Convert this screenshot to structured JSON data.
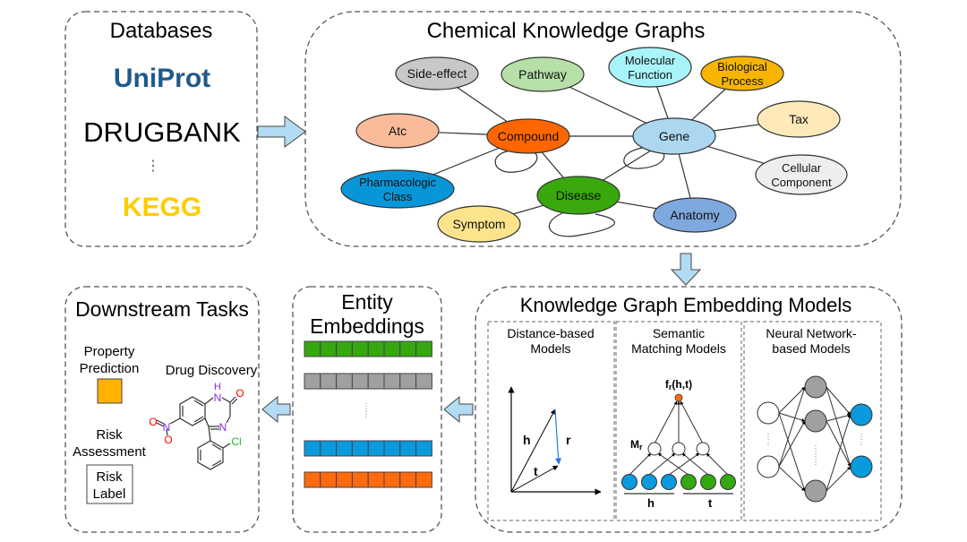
{
  "databases": {
    "title": "Databases",
    "items": [
      {
        "label": "UniProt",
        "color": "#1f5a8a",
        "bold": true
      },
      {
        "label": "DRUGBANK",
        "color": "#000000",
        "bold": false
      },
      {
        "label": "⋮",
        "color": "#555555",
        "bold": false
      },
      {
        "label": "KEGG",
        "color": "#ffcc00",
        "bold": true
      }
    ]
  },
  "knowledge_graph": {
    "title": "Chemical Knowledge Graphs",
    "nodes": [
      {
        "id": "side-effect",
        "lines": [
          "Side-effect"
        ],
        "fill": "#c8c8c8"
      },
      {
        "id": "pathway",
        "lines": [
          "Pathway"
        ],
        "fill": "#b6e0a8"
      },
      {
        "id": "molecular-function",
        "lines": [
          "Molecular",
          "Function"
        ],
        "fill": "#a9f4fa"
      },
      {
        "id": "biological-process",
        "lines": [
          "Biological",
          "Process"
        ],
        "fill": "#f7b500"
      },
      {
        "id": "atc",
        "lines": [
          "Atc"
        ],
        "fill": "#f9bb99"
      },
      {
        "id": "compound",
        "lines": [
          "Compound"
        ],
        "fill": "#ff6600"
      },
      {
        "id": "gene",
        "lines": [
          "Gene"
        ],
        "fill": "#acd7f0"
      },
      {
        "id": "tax",
        "lines": [
          "Tax"
        ],
        "fill": "#feeab8"
      },
      {
        "id": "pharmacologic-class",
        "lines": [
          "Pharmacologic",
          "Class"
        ],
        "fill": "#0797d9"
      },
      {
        "id": "disease",
        "lines": [
          "Disease"
        ],
        "fill": "#38a80d"
      },
      {
        "id": "cellular-component",
        "lines": [
          "Cellular",
          "Component"
        ],
        "fill": "#eeeeee"
      },
      {
        "id": "symptom",
        "lines": [
          "Symptom"
        ],
        "fill": "#fde38c"
      },
      {
        "id": "anatomy",
        "lines": [
          "Anatomy"
        ],
        "fill": "#7ea9df"
      }
    ],
    "edges": [
      [
        "side-effect",
        "compound"
      ],
      [
        "atc",
        "compound"
      ],
      [
        "pharmacologic-class",
        "compound"
      ],
      [
        "compound",
        "gene"
      ],
      [
        "compound",
        "disease"
      ],
      [
        "symptom",
        "disease"
      ],
      [
        "pathway",
        "gene"
      ],
      [
        "molecular-function",
        "gene"
      ],
      [
        "biological-process",
        "gene"
      ],
      [
        "tax",
        "gene"
      ],
      [
        "cellular-component",
        "gene"
      ],
      [
        "anatomy",
        "gene"
      ],
      [
        "disease",
        "gene"
      ],
      [
        "disease",
        "anatomy"
      ]
    ],
    "self_loops": [
      "compound",
      "gene",
      "disease"
    ]
  },
  "kge_models": {
    "title": "Knowledge Graph Embedding Models",
    "panels": [
      {
        "title_lines": [
          "Distance-based",
          "Models"
        ],
        "vector_labels": {
          "h": "h",
          "r": "r",
          "t": "t"
        }
      },
      {
        "title_lines": [
          "Semantic",
          "Matching Models"
        ],
        "score_label": "f",
        "score_sub": "r",
        "score_args": "(h,t)",
        "matrix_label": "M",
        "matrix_sub": "r",
        "h_label": "h",
        "t_label": "t"
      },
      {
        "title_lines": [
          "Neural Network-",
          "based Models"
        ]
      }
    ]
  },
  "entity_embeddings": {
    "title_lines": [
      "Entity",
      "Embeddings"
    ],
    "cells_per_row": 8,
    "rows": [
      {
        "color": "#33a80f"
      },
      {
        "color": "#a0a0a0"
      },
      {
        "ellipsis": true
      },
      {
        "color": "#0a9ade"
      },
      {
        "color": "#ff6a0d"
      }
    ]
  },
  "downstream": {
    "title": "Downstream Tasks",
    "property_prediction": {
      "lines": [
        "Property",
        "Prediction"
      ],
      "color": "#ffb300"
    },
    "drug_discovery": {
      "label": "Drug Discovery",
      "atoms": {
        "H": "H",
        "N1": "N",
        "O1": "O",
        "N2": "N",
        "Cl": "Cl",
        "N3": "N",
        "O2": "O",
        "O3": "O"
      }
    },
    "risk_assessment": {
      "lines": [
        "Risk",
        "Assessment"
      ],
      "box_lines": [
        "Risk",
        "Label"
      ]
    }
  },
  "arrows": {
    "fill": "#b2dcf3",
    "stroke": "#444444"
  }
}
